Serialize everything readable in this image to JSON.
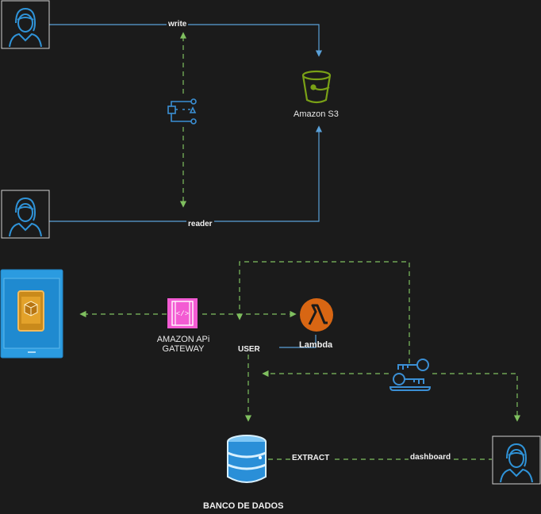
{
  "labels": {
    "write": "write",
    "reader": "reader",
    "s3": "Amazon S3",
    "api_gateway": "AMAZON APi\nGATEWAY",
    "lambda": "Lambda",
    "user": "USER",
    "extract": "EXTRACT",
    "dashboard": "dashboard",
    "database": "BANCO DE DADOS"
  },
  "colors": {
    "background": "#1b1b1b",
    "blue_line": "#5aa0d8",
    "green_dash": "#7fbf5f",
    "s3_green": "#7aa116",
    "api_gateway_pink": "#f35bd3",
    "lambda_orange": "#d86613",
    "mobile_blue": "#2b9be0",
    "icon_blue": "#3b8fd4"
  },
  "icons": [
    "user-icon",
    "amazon-s3-bucket-icon",
    "step-functions-icon",
    "mobile-app-icon",
    "api-gateway-icon",
    "lambda-icon",
    "keys-icon",
    "database-icon"
  ]
}
